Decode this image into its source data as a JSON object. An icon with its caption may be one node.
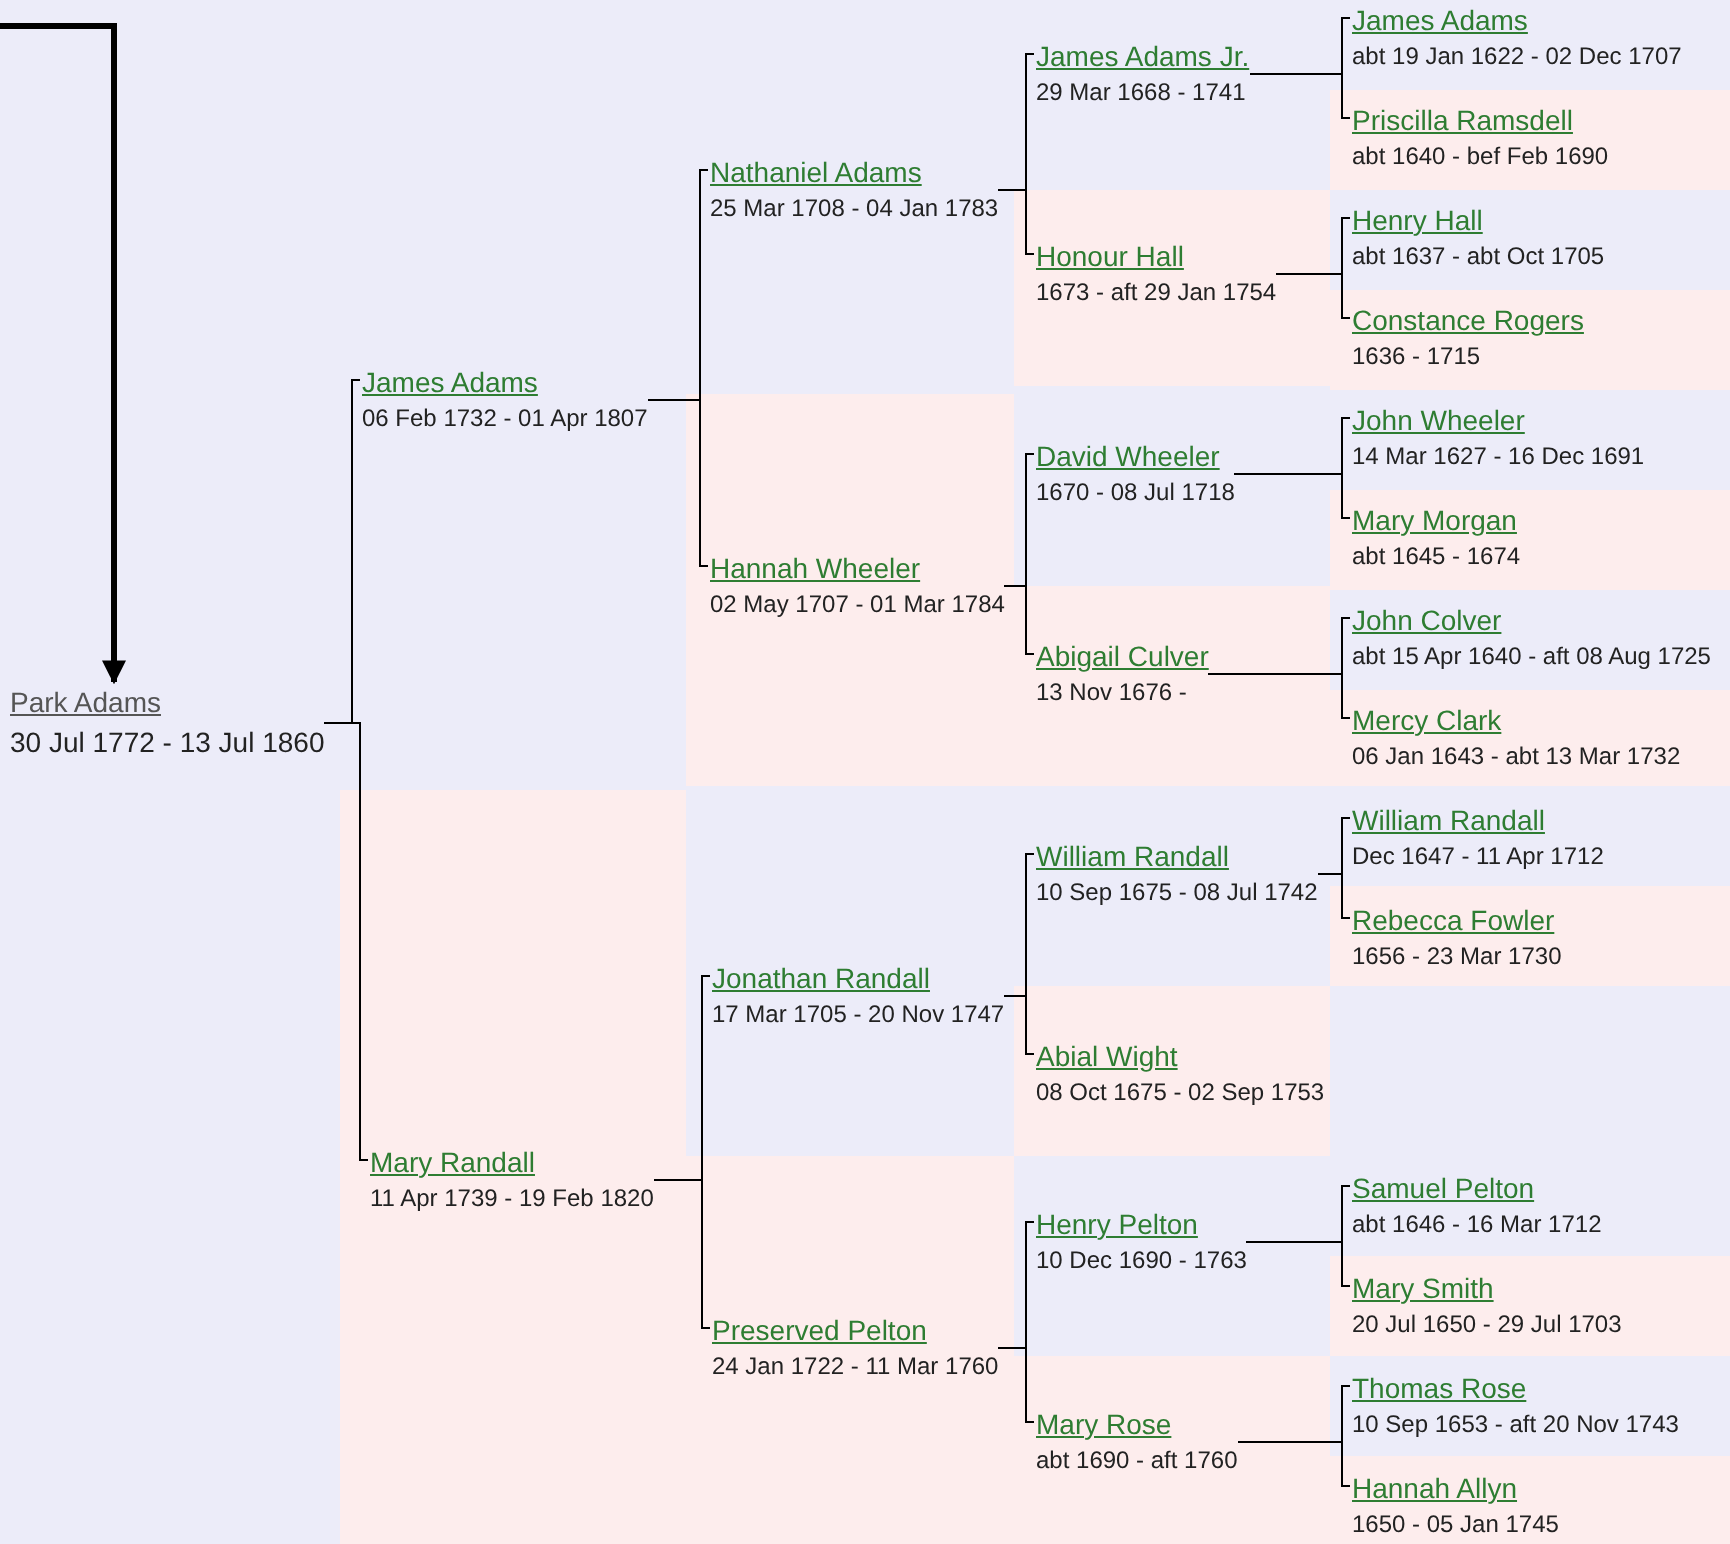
{
  "diagram": {
    "nodes": [
      {
        "text": [
          "Park Adams",
          "30 Jul 1772 - 13 Jul 1860"
        ]
      },
      {
        "text": [
          "James Adams",
          "06 Feb 1732 - 01 Apr 1807"
        ]
      },
      {
        "text": [
          "Mary Randall",
          "11 Apr 1739 - 19 Feb 1820"
        ]
      },
      {
        "text": [
          "Nathaniel Adams",
          "25 Mar 1708 - 04 Jan 1783"
        ]
      },
      {
        "text": [
          "Hannah Wheeler",
          "02 May 1707 - 01 Mar 1784"
        ]
      },
      {
        "text": [
          "Jonathan Randall",
          "17 Mar 1705 - 20 Nov 1747"
        ]
      },
      {
        "text": [
          "Preserved Pelton",
          "24 Jan 1722 - 11 Mar 1760"
        ]
      },
      {
        "text": [
          "James Adams Jr.",
          "29 Mar 1668 - 1741"
        ]
      },
      {
        "text": [
          "Honour Hall",
          "1673 - aft 29 Jan 1754"
        ]
      },
      {
        "text": [
          "David Wheeler",
          "1670 - 08 Jul 1718"
        ]
      },
      {
        "text": [
          "Abigail Culver",
          "13 Nov 1676 -"
        ]
      },
      {
        "text": [
          "William Randall",
          "10 Sep 1675 - 08 Jul 1742"
        ]
      },
      {
        "text": [
          "Abial Wight",
          "08 Oct 1675 - 02 Sep 1753"
        ]
      },
      {
        "text": [
          "Henry Pelton",
          "10 Dec 1690 - 1763"
        ]
      },
      {
        "text": [
          "Mary Rose",
          "abt 1690 - aft 1760"
        ]
      },
      {
        "text": [
          "James Adams",
          "abt 19 Jan 1622 - 02 Dec 1707"
        ]
      },
      {
        "text": [
          "Priscilla Ramsdell",
          "abt 1640 - bef Feb 1690"
        ]
      },
      {
        "text": [
          "Henry Hall",
          "abt 1637 - abt Oct 1705"
        ]
      },
      {
        "text": [
          "Constance Rogers",
          "1636 - 1715"
        ]
      },
      {
        "text": [
          "John Wheeler",
          "14 Mar 1627 - 16 Dec 1691"
        ]
      },
      {
        "text": [
          "Mary Morgan",
          "abt 1645 - 1674"
        ]
      },
      {
        "text": [
          "John Colver",
          "abt 15 Apr 1640 - aft 08 Aug 1725"
        ]
      },
      {
        "text": [
          "Mercy Clark",
          "06 Jan 1643 - abt 13 Mar 1732"
        ]
      },
      {
        "text": [
          "William Randall",
          "Dec 1647 - 11 Apr 1712"
        ]
      },
      {
        "text": [
          "Rebecca Fowler",
          "1656 - 23 Mar 1730"
        ]
      },
      {
        "text": [
          "Samuel Pelton",
          "abt 1646 - 16 Mar 1712"
        ]
      },
      {
        "text": [
          "Mary Smith",
          "20 Jul 1650 - 29 Jul 1703"
        ]
      },
      {
        "text": [
          "Thomas Rose",
          "10 Sep 1653 - aft 20 Nov 1743"
        ]
      },
      {
        "text": [
          "Hannah Allyn",
          "1650 - 05 Jan 1745"
        ]
      }
    ],
    "edges": [
      {
        "from": null,
        "to": 0,
        "arrow": "to",
        "style": "thick"
      },
      {
        "from": 0,
        "to": 1,
        "arrow": "none"
      },
      {
        "from": 0,
        "to": 2,
        "arrow": "none"
      },
      {
        "from": 1,
        "to": 3,
        "arrow": "none"
      },
      {
        "from": 1,
        "to": 4,
        "arrow": "none"
      },
      {
        "from": 2,
        "to": 5,
        "arrow": "none"
      },
      {
        "from": 2,
        "to": 6,
        "arrow": "none"
      },
      {
        "from": 3,
        "to": 7,
        "arrow": "none"
      },
      {
        "from": 3,
        "to": 8,
        "arrow": "none"
      },
      {
        "from": 4,
        "to": 9,
        "arrow": "none"
      },
      {
        "from": 4,
        "to": 10,
        "arrow": "none"
      },
      {
        "from": 5,
        "to": 11,
        "arrow": "none"
      },
      {
        "from": 5,
        "to": 12,
        "arrow": "none"
      },
      {
        "from": 6,
        "to": 13,
        "arrow": "none"
      },
      {
        "from": 6,
        "to": 14,
        "arrow": "none"
      },
      {
        "from": 7,
        "to": 15,
        "arrow": "none"
      },
      {
        "from": 7,
        "to": 16,
        "arrow": "none"
      },
      {
        "from": 8,
        "to": 17,
        "arrow": "none"
      },
      {
        "from": 8,
        "to": 18,
        "arrow": "none"
      },
      {
        "from": 9,
        "to": 19,
        "arrow": "none"
      },
      {
        "from": 9,
        "to": 20,
        "arrow": "none"
      },
      {
        "from": 10,
        "to": 21,
        "arrow": "none"
      },
      {
        "from": 10,
        "to": 22,
        "arrow": "none"
      },
      {
        "from": 11,
        "to": 23,
        "arrow": "none"
      },
      {
        "from": 11,
        "to": 24,
        "arrow": "none"
      },
      {
        "from": 13,
        "to": 25,
        "arrow": "none"
      },
      {
        "from": 13,
        "to": 26,
        "arrow": "none"
      },
      {
        "from": 14,
        "to": 27,
        "arrow": "none"
      },
      {
        "from": 14,
        "to": 28,
        "arrow": "none"
      }
    ]
  }
}
